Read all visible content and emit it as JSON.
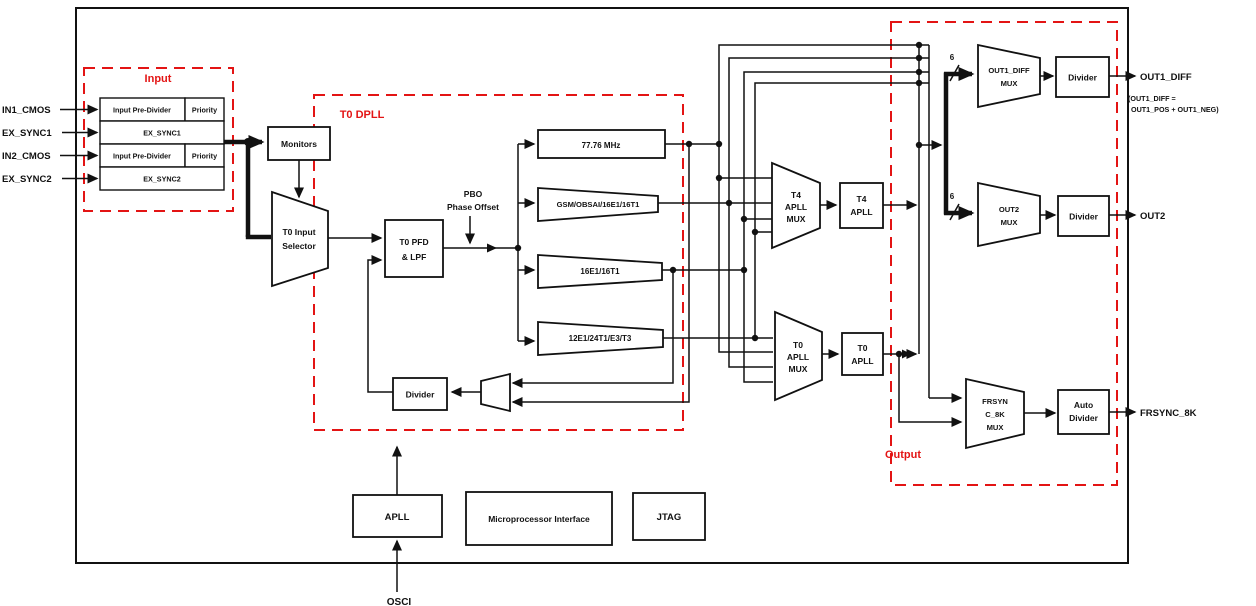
{
  "diagram": {
    "io": {
      "in1_cmos": "IN1_CMOS",
      "ex_sync1": "EX_SYNC1",
      "in2_cmos": "IN2_CMOS",
      "ex_sync2": "EX_SYNC2",
      "out1_diff": "OUT1_DIFF",
      "out1_note_line1": "(OUT1_DIFF =",
      "out1_note_line2": "OUT1_POS + OUT1_NEG)",
      "out2": "OUT2",
      "frsync_8k": "FRSYNC_8K",
      "osci": "OSCI"
    },
    "input_section": {
      "title": "Input",
      "row1_left": "Input Pre-Divider",
      "row1_right": "Priority",
      "row2": "EX_SYNC1",
      "row3_left": "Input Pre-Divider",
      "row3_right": "Priority",
      "row4": "EX_SYNC2"
    },
    "dpll_section": {
      "title": "T0 DPLL",
      "pfd_l1": "T0 PFD",
      "pfd_l2": "& LPF",
      "pbo_l1": "PBO",
      "pbo_l2": "Phase Offset",
      "freq_77": "77.76 MHz",
      "freq_gsm": "GSM/OBSAI/16E1/16T1",
      "freq_16": "16E1/16T1",
      "freq_12": "12E1/24T1/E3/T3",
      "divider": "Divider"
    },
    "blocks": {
      "monitors": "Monitors",
      "selector_l1": "T0 Input",
      "selector_l2": "Selector",
      "t4_mux_l1": "T4",
      "t4_mux_l2": "APLL",
      "t4_mux_l3": "MUX",
      "t4_apll_l1": "T4",
      "t4_apll_l2": "APLL",
      "t0_mux_l1": "T0",
      "t0_mux_l2": "APLL",
      "t0_mux_l3": "MUX",
      "t0_apll_l1": "T0",
      "t0_apll_l2": "APLL",
      "apll": "APLL",
      "mpi": "Microprocessor Interface",
      "jtag": "JTAG"
    },
    "output_section": {
      "title": "Output",
      "out1_mux_l1": "OUT1_DIFF",
      "out1_mux_l2": "MUX",
      "out1_divider": "Divider",
      "out2_mux_l1": "OUT2",
      "out2_mux_l2": "MUX",
      "out2_divider": "Divider",
      "frsync_mux_l1": "FRSYN",
      "frsync_mux_l2": "C_8K",
      "frsync_mux_l3": "MUX",
      "auto_divider_l1": "Auto",
      "auto_divider_l2": "Divider",
      "bus_width": "6"
    },
    "colors": {
      "accent_red": "#e31414",
      "line_black": "#111111"
    }
  }
}
